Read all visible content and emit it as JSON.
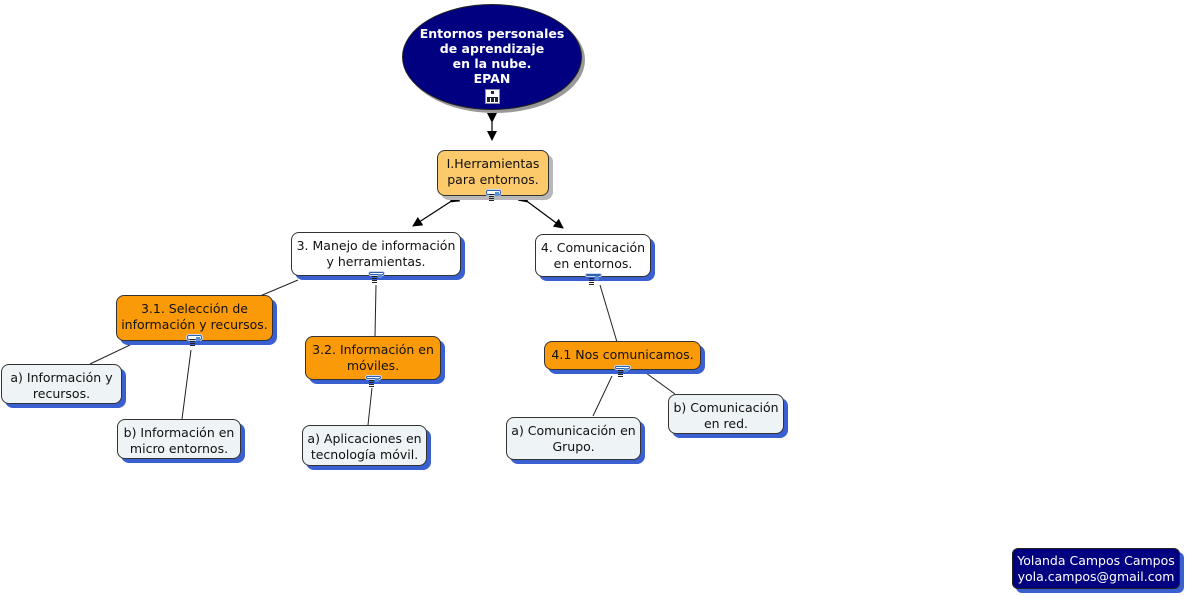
{
  "root": {
    "lines": [
      "Entornos personales",
      "de aprendizaje",
      "en la nube.",
      "EPAN"
    ],
    "icon": "org-chart-icon"
  },
  "nodes": {
    "herramientas": {
      "lines": [
        "I.Herramientas",
        "para entornos."
      ],
      "icon": "document-icon"
    },
    "manejo": {
      "lines": [
        "3. Manejo de información",
        "y herramientas."
      ],
      "icon": "document-icon"
    },
    "comunicacion": {
      "lines": [
        "4. Comunicación",
        "en entornos."
      ],
      "icon": "document-icon"
    },
    "seleccion": {
      "lines": [
        "3.1. Selección de",
        "información y recursos."
      ],
      "icon": "document-icon"
    },
    "moviles": {
      "lines": [
        "3.2. Información en",
        "móviles."
      ],
      "icon": "document-icon"
    },
    "nos_comunicamos": {
      "lines": [
        "4.1  Nos comunicamos."
      ],
      "icon": "document-icon"
    },
    "info_recursos": {
      "lines": [
        "a) Información y",
        "recursos."
      ]
    },
    "micro": {
      "lines": [
        "b) Información en",
        "micro entornos."
      ]
    },
    "aplicaciones": {
      "lines": [
        "a) Aplicaciones en",
        "tecnología móvil."
      ]
    },
    "grupo": {
      "lines": [
        "a) Comunicación en",
        "Grupo."
      ]
    },
    "red": {
      "lines": [
        "b) Comunicación",
        "en red."
      ]
    }
  },
  "footer": {
    "lines": [
      "Yolanda Campos Campos",
      "yola.campos@gmail.com"
    ]
  },
  "colors": {
    "root": "#000080",
    "level1": "#fcc96b",
    "level3": "#fb9a08",
    "leaf": "#eef3f6",
    "shadow": "#3a5fd0"
  }
}
